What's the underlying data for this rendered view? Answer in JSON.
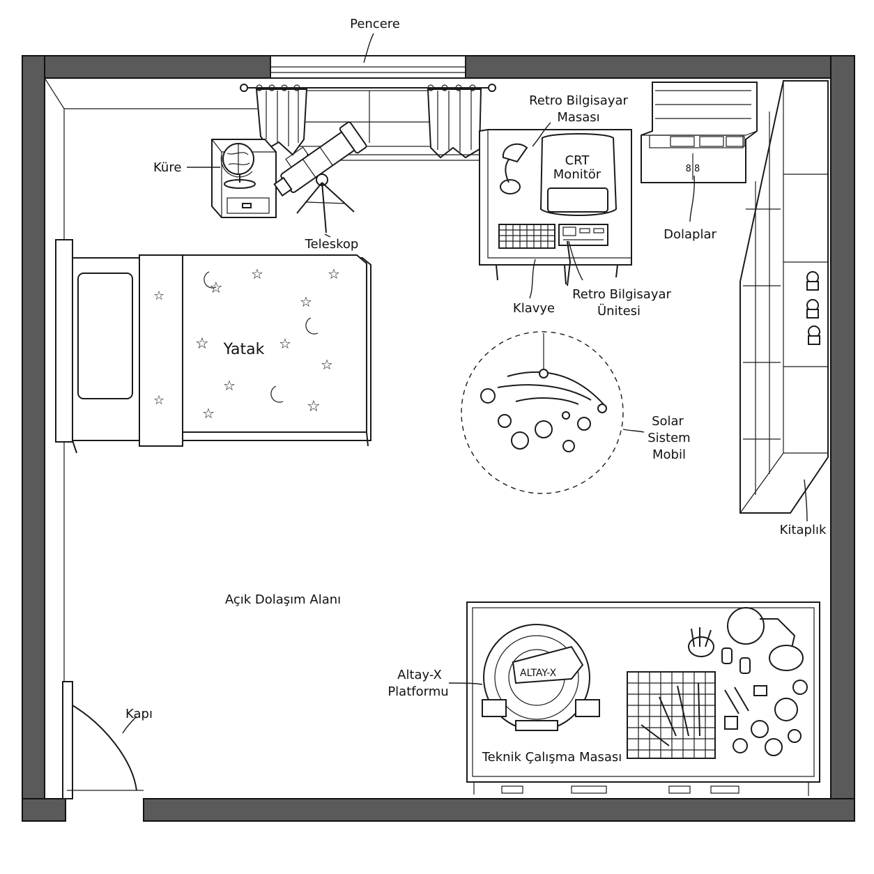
{
  "labels": {
    "window": "Pencere",
    "globe": "Küre",
    "telescope": "Teleskop",
    "retro_desk_line1": "Retro Bilgisayar",
    "retro_desk_line2": "Masası",
    "crt_line1": "CRT",
    "crt_line2": "Monitör",
    "cabinets": "Dolaplar",
    "keyboard": "Klavye",
    "retro_unit_line1": "Retro Bilgisayar",
    "retro_unit_line2": "Ünitesi",
    "bed": "Yatak",
    "solar_line1": "Solar",
    "solar_line2": "Sistem",
    "solar_line3": "Mobil",
    "bookshelf": "Kitaplık",
    "open_area": "Açık Dolaşım Alanı",
    "door": "Kapı",
    "platform_line1": "Altay-X",
    "platform_line2": "Platformu",
    "platform_ship": "ALTAY-X",
    "work_desk": "Teknik Çalışma Masası",
    "cabinet_tag": "8 8"
  },
  "colors": {
    "wall": "#5a5a5a",
    "ink": "#1a1a1a",
    "paper": "#ffffff"
  }
}
